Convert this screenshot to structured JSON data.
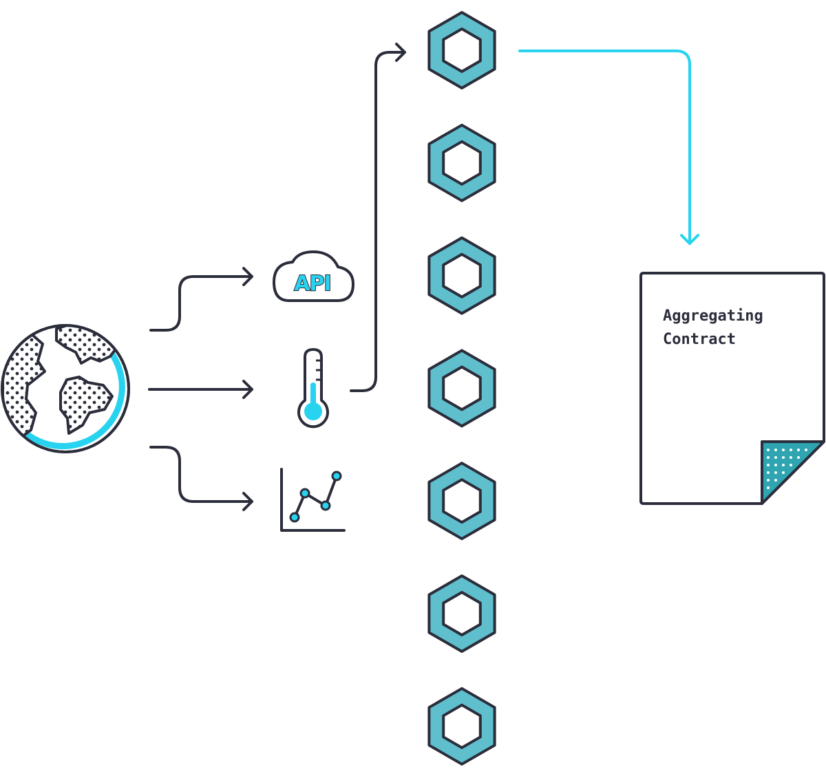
{
  "colors": {
    "stroke": "#2b2d3b",
    "accent": "#27d3ef",
    "node_fill": "#5fbfcd",
    "corner_fill": "#2ea5b1",
    "background": "#ffffff"
  },
  "sources": {
    "api_label": "API",
    "items": [
      {
        "icon": "api-cloud-icon"
      },
      {
        "icon": "thermometer-icon"
      },
      {
        "icon": "line-chart-icon"
      }
    ]
  },
  "origin": {
    "icon": "globe-icon"
  },
  "oracle_nodes": {
    "count": 7,
    "icon": "hexagon-node-icon",
    "active_node_index": 0
  },
  "contract": {
    "icon": "document-icon",
    "title_line1": "Aggregating",
    "title_line2": "Contract"
  }
}
